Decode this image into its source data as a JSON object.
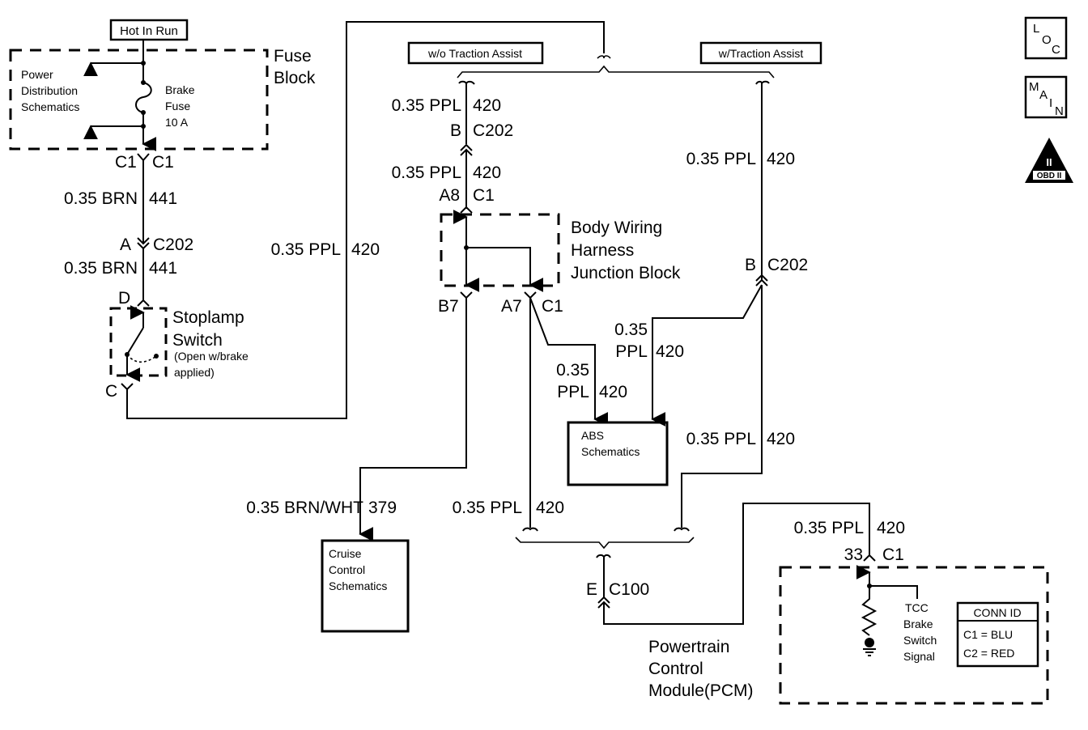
{
  "header": {
    "hot_in_run": "Hot In Run",
    "wo_traction": "w/o Traction Assist",
    "w_traction": "w/Traction Assist"
  },
  "icons": {
    "loc": [
      "L",
      "O",
      "C"
    ],
    "main": [
      "M",
      "A",
      "I",
      "N"
    ],
    "obd": {
      "top": "II",
      "bottom": "OBD II"
    }
  },
  "fuse_block": {
    "title": [
      "Fuse",
      "Block"
    ],
    "power_dist": [
      "Power",
      "Distribution",
      "Schematics"
    ],
    "fuse": [
      "Brake",
      "Fuse",
      "10 A"
    ],
    "conn_left": "C1",
    "conn_right": "C1"
  },
  "stoplamp": {
    "wire1": {
      "gauge_color": "0.35 BRN",
      "circuit": "441"
    },
    "c202_pin": "A",
    "c202": "C202",
    "wire2": {
      "gauge_color": "0.35 BRN",
      "circuit": "441"
    },
    "pin_d": "D",
    "pin_c": "C",
    "title": [
      "Stoplamp",
      "Switch"
    ],
    "note": [
      "(Open w/brake",
      "applied)"
    ]
  },
  "long_wire": {
    "gauge_color": "0.35 PPL",
    "circuit": "420"
  },
  "without_traction": {
    "wire1": {
      "gauge_color": "0.35 PPL",
      "circuit": "420"
    },
    "c202_pin": "B",
    "c202": "C202",
    "wire2": {
      "gauge_color": "0.35 PPL",
      "circuit": "420"
    },
    "a8_pin": "A8",
    "c1": "C1"
  },
  "junction_block": {
    "title": [
      "Body Wiring",
      "Harness",
      "Junction Block"
    ],
    "pin_b7": "B7",
    "pin_a7": "A7",
    "conn": "C1"
  },
  "with_traction": {
    "wire1": {
      "gauge_color": "0.35 PPL",
      "circuit": "420"
    },
    "c202_pin": "B",
    "c202": "C202",
    "wire_to_abs": {
      "gauge": "0.35",
      "color": "PPL",
      "circuit": "420"
    },
    "wire_down": {
      "gauge_color": "0.35 PPL",
      "circuit": "420"
    }
  },
  "abs": {
    "wire_in": {
      "gauge": "0.35",
      "color": "PPL",
      "circuit": "420"
    },
    "label": [
      "ABS",
      "Schematics"
    ]
  },
  "cruise": {
    "wire": {
      "gauge_color": "0.35 BRN/WHT",
      "circuit": "379"
    },
    "label": [
      "Cruise",
      "Control",
      "Schematics"
    ]
  },
  "center_wire": {
    "gauge_color": "0.35 PPL",
    "circuit": "420"
  },
  "c100": {
    "pin": "E",
    "conn": "C100"
  },
  "pcm": {
    "wire": {
      "gauge_color": "0.35 PPL",
      "circuit": "420"
    },
    "pin": "33",
    "conn": "C1",
    "title": [
      "Powertrain",
      "Control",
      "Module(PCM)"
    ],
    "signal": [
      "TCC",
      "Brake",
      "Switch",
      "Signal"
    ],
    "conn_id": {
      "header": "CONN ID",
      "rows": [
        "C1 = BLU",
        "C2 = RED"
      ]
    }
  }
}
